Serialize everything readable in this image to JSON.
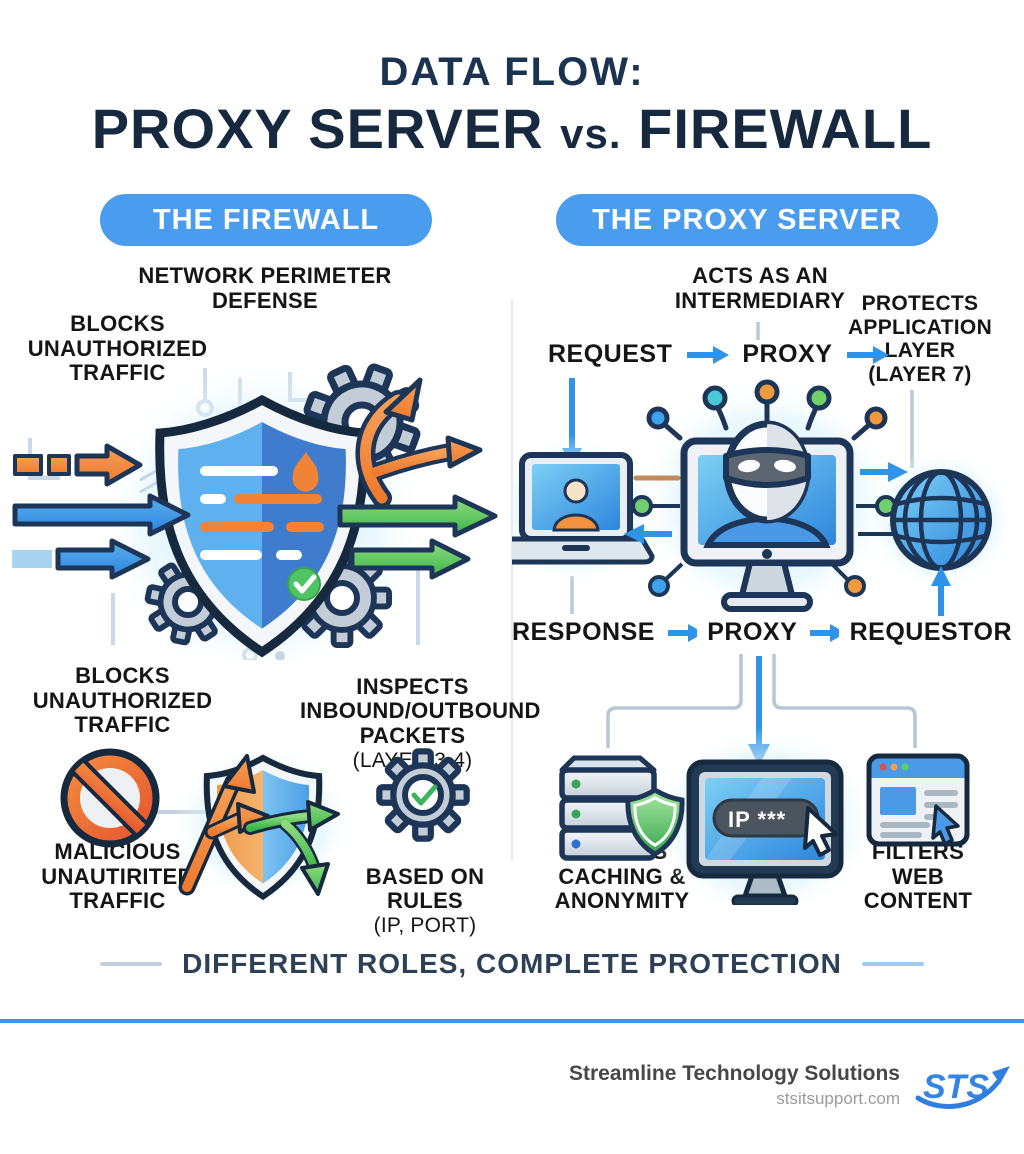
{
  "title": {
    "kicker": "DATA FLOW:",
    "main_left": "PROXY SERVER",
    "main_vs": "vs.",
    "main_right": "FIREWALL"
  },
  "firewall": {
    "header": "THE FIREWALL",
    "perimeter": "NETWORK PERIMETER\nDEFENSE",
    "blocks_top": "BLOCKS\nUNAUTHORIZED\nTRAFFIC",
    "blocks_bottom": "BLOCKS\nUNAUTHORIZED\nTRAFFIC",
    "inspects": "INSPECTS\nINBOUND/OUTBOUND\nPACKETS",
    "inspects_sub": "(LAYER 3-4)",
    "malicious": "MALICIOUS\nUNAUTIRITED\nTRAFFIC",
    "rules": "BASED ON\nRULES",
    "rules_sub": "(IP, PORT)"
  },
  "proxy": {
    "header": "THE PROXY SERVER",
    "intermediary": "ACTS AS AN\nINTERMEDIARY",
    "protects": "PROTECTS\nAPPLICATION\nLAYER\n(LAYER 7)",
    "request": "REQUEST",
    "proxy_label_top": "PROXY",
    "response": "RESPONSE",
    "proxy_label_bottom": "PROXY",
    "requestor": "REQUESTOR",
    "ip_text": "IP ***",
    "caching": "OFFERS\nCACHING &\nANONYMITY",
    "filters": "FILTERS\nWEB\nCONTENT"
  },
  "footer": {
    "tagline": "DIFFERENT ROLES, COMPLETE PROTECTION",
    "company": "Streamline Technology Solutions",
    "website": "stsitsupport.com",
    "logo_text": "STS"
  },
  "colors": {
    "accent_blue": "#4a9cee",
    "navy": "#16293f",
    "orange": "#ef8038",
    "green": "#57bf63",
    "rule_blue": "#4a90e2"
  }
}
